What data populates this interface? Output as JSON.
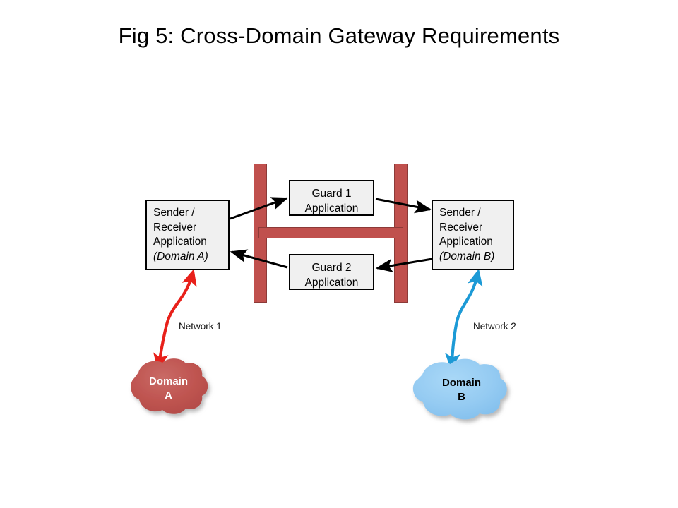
{
  "figure": {
    "title": "Fig 5: Cross-Domain Gateway Requirements"
  },
  "nodes": {
    "sender_a": {
      "line1": "Sender /",
      "line2": "Receiver",
      "line3": "Application",
      "line4": "(Domain A)"
    },
    "sender_b": {
      "line1": "Sender /",
      "line2": "Receiver",
      "line3": "Application",
      "line4": "(Domain B)"
    },
    "guard1": {
      "line1": "Guard 1",
      "line2": "Application"
    },
    "guard2": {
      "line1": "Guard 2",
      "line2": "Application"
    }
  },
  "networks": {
    "network1_label": "Network 1",
    "network2_label": "Network 2"
  },
  "clouds": {
    "domain_a": {
      "label": "Domain\nA",
      "fill": "#bf5050",
      "text_color": "#ffffff"
    },
    "domain_b": {
      "label": "Domain\nB",
      "fill": "#95cbf2",
      "text_color": "#000000"
    }
  },
  "colors": {
    "barrier": "#c0504d",
    "barrier_stroke": "#8c3a38",
    "arrow_black": "#000000",
    "arrow_red": "#e8201a",
    "arrow_blue": "#1c9ad6",
    "box_fill": "#f0f0f0",
    "box_stroke": "#000000",
    "background": "#ffffff"
  }
}
